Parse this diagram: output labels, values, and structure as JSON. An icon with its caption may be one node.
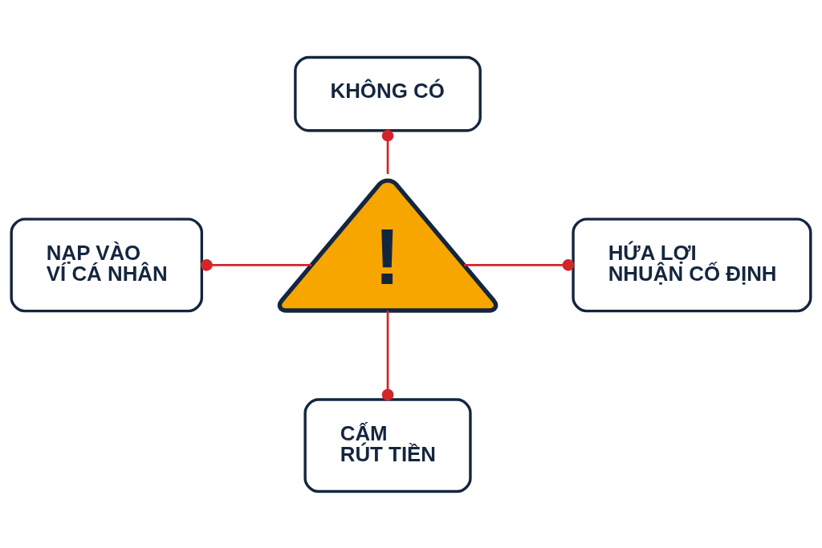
{
  "diagram": {
    "nodes": [
      {
        "text": [
          "KHÔNG CÓ"
        ]
      },
      {
        "text": [
          "NẠP VÀO VÍ CÁ NHÂN"
        ]
      },
      {
        "text": [
          "!"
        ]
      },
      {
        "text": [
          "HỨA LỢI NHUẬN CỐ ĐỊNH"
        ]
      },
      {
        "text": [
          "CẤM RÚT TIỀN"
        ]
      }
    ],
    "edges": [
      {
        "from": 2,
        "to": 0,
        "arrow": "other"
      },
      {
        "from": 2,
        "to": 1,
        "arrow": "other"
      },
      {
        "from": 2,
        "to": 3,
        "arrow": "other"
      },
      {
        "from": 2,
        "to": 4,
        "arrow": "other"
      }
    ]
  }
}
